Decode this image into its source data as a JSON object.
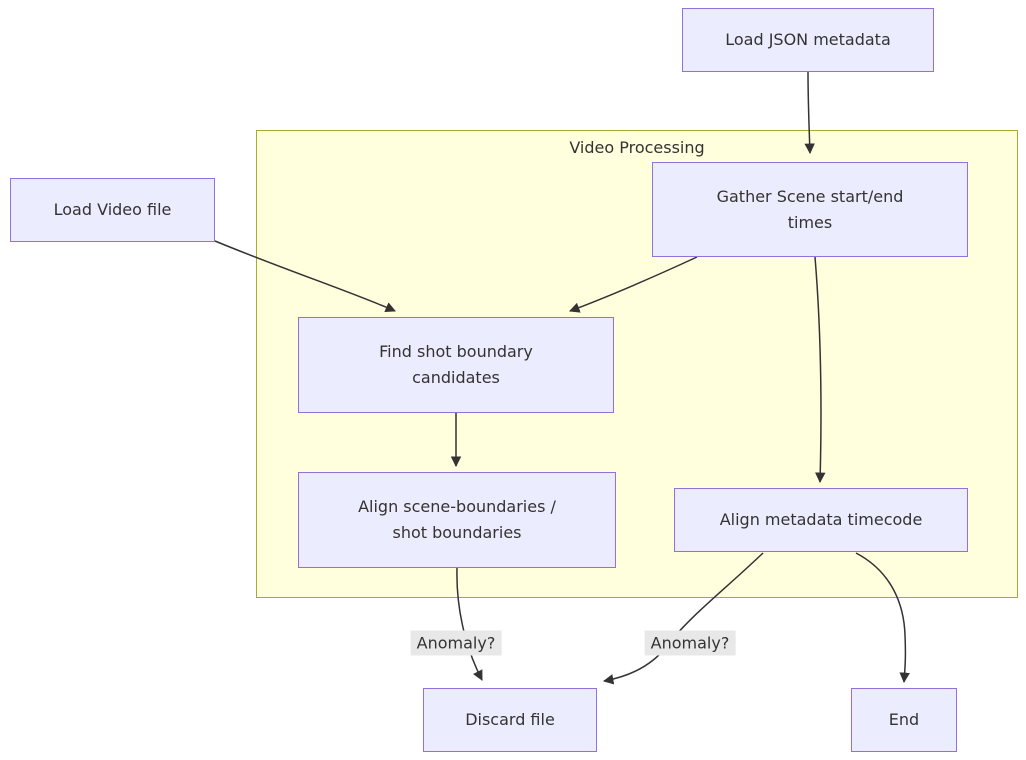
{
  "diagram_type": "flowchart",
  "cluster": {
    "label": "Video Processing"
  },
  "nodes": {
    "load_json": {
      "label": "Load JSON metadata"
    },
    "load_video": {
      "label": "Load Video file"
    },
    "gather_scene": {
      "label": "Gather Scene start/end\ntimes"
    },
    "find_shot": {
      "label": "Find shot boundary\ncandidates"
    },
    "align_scene": {
      "label": "Align scene-boundaries /\nshot boundaries"
    },
    "align_meta": {
      "label": "Align metadata timecode"
    },
    "discard": {
      "label": "Discard file"
    },
    "end": {
      "label": "End"
    }
  },
  "edge_labels": {
    "anomaly_left": "Anomaly?",
    "anomaly_right": "Anomaly?"
  },
  "edges": [
    {
      "from": "Load JSON metadata",
      "to": "Gather Scene start/end times",
      "label": ""
    },
    {
      "from": "Load Video file",
      "to": "Find shot boundary candidates",
      "label": ""
    },
    {
      "from": "Gather Scene start/end times",
      "to": "Find shot boundary candidates",
      "label": ""
    },
    {
      "from": "Gather Scene start/end times",
      "to": "Align metadata timecode",
      "label": ""
    },
    {
      "from": "Find shot boundary candidates",
      "to": "Align scene-boundaries / shot boundaries",
      "label": ""
    },
    {
      "from": "Align scene-boundaries / shot boundaries",
      "to": "Discard file",
      "label": "Anomaly?"
    },
    {
      "from": "Align metadata timecode",
      "to": "Discard file",
      "label": "Anomaly?"
    },
    {
      "from": "Align metadata timecode",
      "to": "End",
      "label": ""
    }
  ],
  "colors": {
    "node_fill": "#ECECFF",
    "node_border": "#9370DB",
    "cluster_fill": "#FFFFDE",
    "cluster_border": "#AAAA33",
    "edge_stroke": "#333333",
    "edge_label_bg": "#E8E8E8",
    "text": "#333333",
    "background": "#FFFFFF"
  }
}
